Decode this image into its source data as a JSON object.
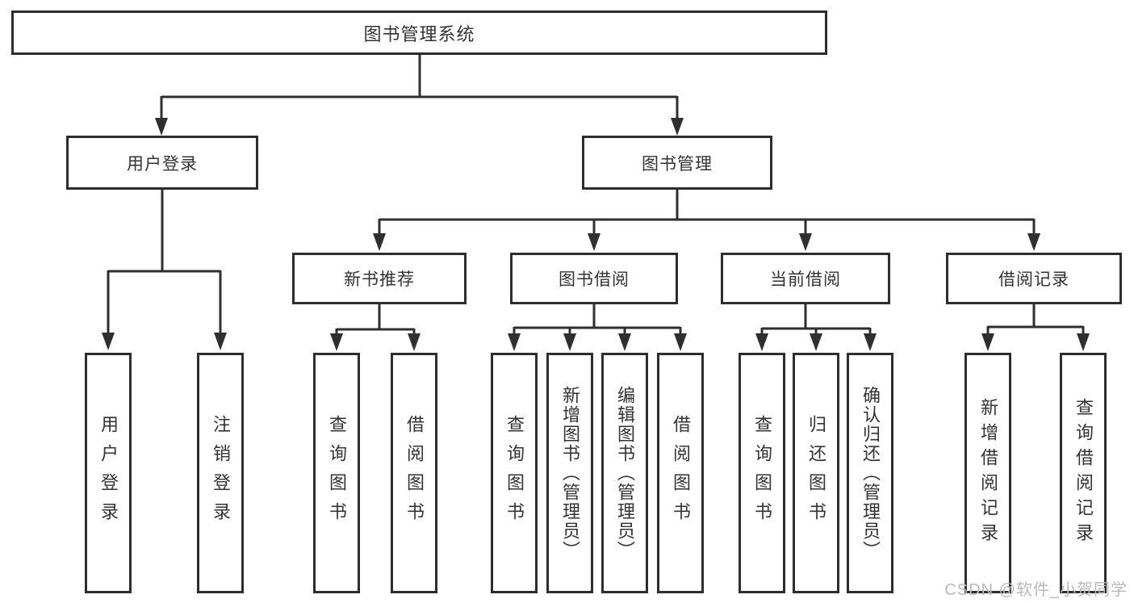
{
  "diagram": {
    "root": {
      "label": "图书管理系统"
    },
    "level2": [
      {
        "id": "user-login",
        "label": "用户登录"
      },
      {
        "id": "book-management",
        "label": "图书管理"
      }
    ],
    "level3": [
      {
        "id": "new-book-recommend",
        "label": "新书推荐"
      },
      {
        "id": "book-borrow",
        "label": "图书借阅"
      },
      {
        "id": "current-borrow",
        "label": "当前借阅"
      },
      {
        "id": "borrow-records",
        "label": "借阅记录"
      }
    ],
    "leaves": [
      {
        "parent": "user-login",
        "label": "用户登录"
      },
      {
        "parent": "user-login",
        "label": "注销登录"
      },
      {
        "parent": "new-book-recommend",
        "label": "查询图书"
      },
      {
        "parent": "new-book-recommend",
        "label": "借阅图书"
      },
      {
        "parent": "book-borrow",
        "label": "查询图书"
      },
      {
        "parent": "book-borrow",
        "label": "新增图书（管理员）"
      },
      {
        "parent": "book-borrow",
        "label": "编辑图书（管理员）"
      },
      {
        "parent": "book-borrow",
        "label": "借阅图书"
      },
      {
        "parent": "current-borrow",
        "label": "查询图书"
      },
      {
        "parent": "current-borrow",
        "label": "归还图书"
      },
      {
        "parent": "current-borrow",
        "label": "确认归还（管理员）"
      },
      {
        "parent": "borrow-records",
        "label": "新增借阅记录"
      },
      {
        "parent": "borrow-records",
        "label": "查询借阅记录"
      }
    ],
    "watermark": "CSDN @软件_小贺同学",
    "colors": {
      "line": "#2f2f2f",
      "border": "#2d2d2d",
      "text": "#333333",
      "background": "#ffffff",
      "watermark": "#b9b9b9"
    }
  }
}
